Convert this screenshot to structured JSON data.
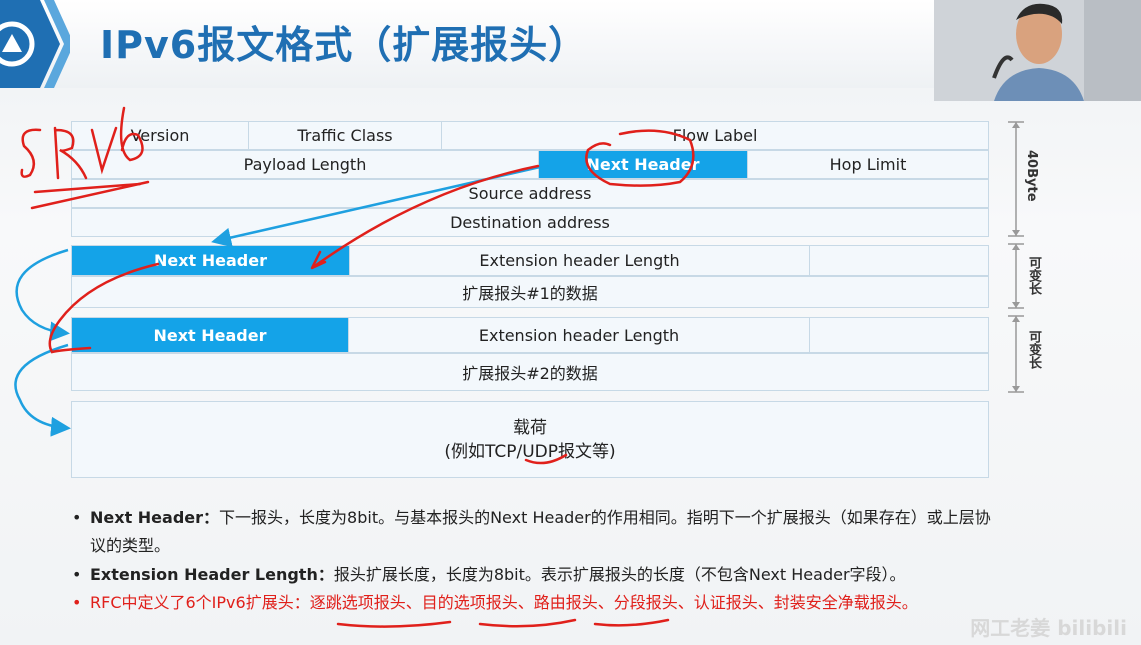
{
  "title": "IPv6报文格式（扩展报头）",
  "base_header": {
    "row1": [
      "Version",
      "Traffic Class",
      "Flow Label"
    ],
    "row2": [
      "Payload Length",
      "Next Header",
      "Hop Limit"
    ],
    "row3": "Source address",
    "row4": "Destination address"
  },
  "ext1": {
    "next_header": "Next Header",
    "length": "Extension header Length",
    "data": "扩展报头#1的数据"
  },
  "ext2": {
    "next_header": "Next Header",
    "length": "Extension header Length",
    "data": "扩展报头#2的数据"
  },
  "payload": {
    "line1": "载荷",
    "line2": "(例如TCP/UDP报文等)"
  },
  "side_labels": {
    "base": "40Byte",
    "ext1": "可变长",
    "ext2": "可变长"
  },
  "bullets": [
    {
      "term": "Next Header：",
      "text": "下一报头，长度为8bit。与基本报头的Next Header的作用相同。指明下一个扩展报头（如果存在）或上层协议的类型。"
    },
    {
      "term": "Extension Header Length：",
      "text": "报头扩展长度，长度为8bit。表示扩展报头的长度（不包含Next Header字段）。"
    },
    {
      "term": "",
      "text": "RFC中定义了6个IPv6扩展头：逐跳选项报头、目的选项报头、路由报头、分段报头、认证报头、封装安全净载报头。"
    }
  ],
  "watermark": "网工老姜 bilibili",
  "colors": {
    "title": "#1f6fb3",
    "highlight": "#14a3e8",
    "annotation": "#e0201b"
  }
}
